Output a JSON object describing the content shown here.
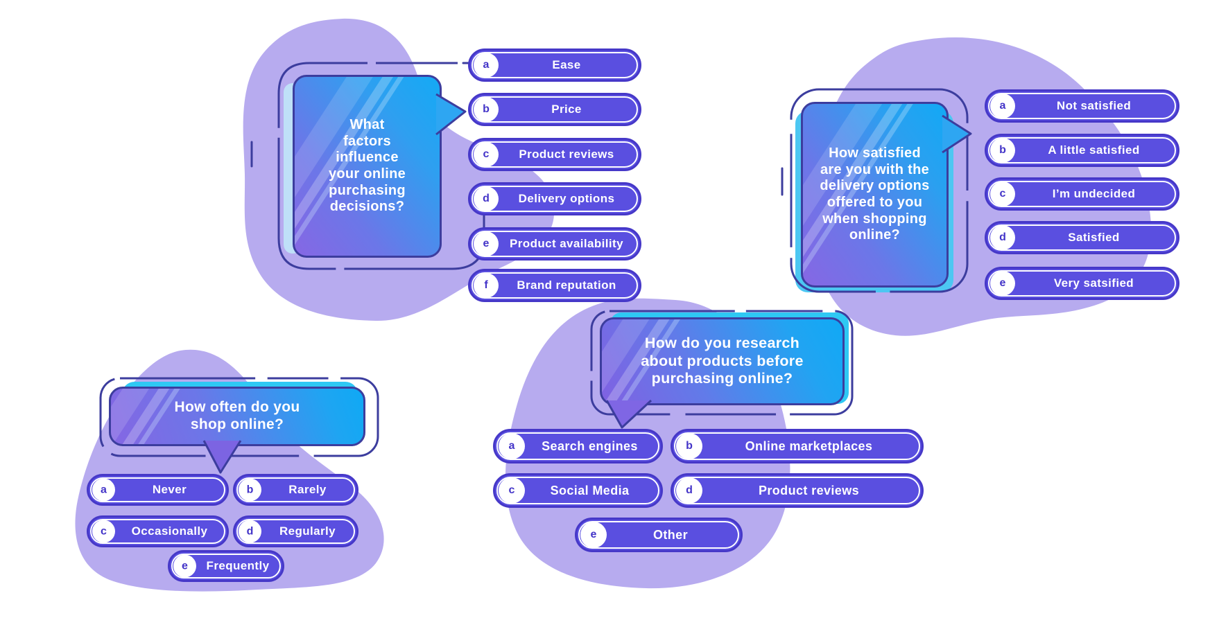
{
  "colors": {
    "background": "#ffffff",
    "blob_lavender": "#b7abef",
    "pill_fill": "#5a4fe0",
    "pill_border": "#4638c8",
    "pill_letter": "#4334c8",
    "pill_ring": "#ffffff",
    "bubble_border": "#3c3d9e",
    "bubble_gradient_purple": "#8667e4",
    "bubble_gradient_blue": "#14aaf5",
    "accent_cyan": "#2ec8f4",
    "accent_pale_blue": "#bfe0f8",
    "text": "#ffffff"
  },
  "questions": [
    {
      "text": "What\nfactors\ninfluence\nyour online\npurchasing\ndecisions?",
      "options": [
        {
          "letter": "a",
          "label": "Ease"
        },
        {
          "letter": "b",
          "label": "Price"
        },
        {
          "letter": "c",
          "label": "Product reviews"
        },
        {
          "letter": "d",
          "label": "Delivery options"
        },
        {
          "letter": "e",
          "label": "Product availability"
        },
        {
          "letter": "f",
          "label": "Brand reputation"
        }
      ]
    },
    {
      "text": "How satisfied\nare you with the\ndelivery options\noffered to you\nwhen shopping\nonline?",
      "options": [
        {
          "letter": "a",
          "label": "Not satisfied"
        },
        {
          "letter": "b",
          "label": "A little satisfied"
        },
        {
          "letter": "c",
          "label": "I’m undecided"
        },
        {
          "letter": "d",
          "label": "Satisfied"
        },
        {
          "letter": "e",
          "label": "Very satsified"
        }
      ]
    },
    {
      "text": "How often do you\nshop online?",
      "options": [
        {
          "letter": "a",
          "label": "Never"
        },
        {
          "letter": "b",
          "label": "Rarely"
        },
        {
          "letter": "c",
          "label": "Occasionally"
        },
        {
          "letter": "d",
          "label": "Regularly"
        },
        {
          "letter": "e",
          "label": "Frequently"
        }
      ]
    },
    {
      "text": "How do you research\nabout products before\npurchasing online?",
      "options": [
        {
          "letter": "a",
          "label": "Search engines"
        },
        {
          "letter": "b",
          "label": "Online marketplaces"
        },
        {
          "letter": "c",
          "label": "Social Media"
        },
        {
          "letter": "d",
          "label": "Product reviews"
        },
        {
          "letter": "e",
          "label": "Other"
        }
      ]
    }
  ]
}
